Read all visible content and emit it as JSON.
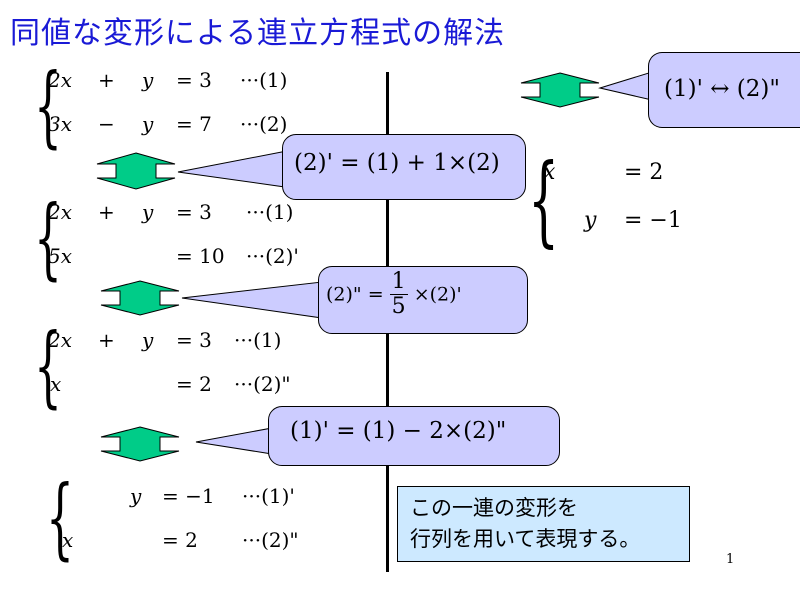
{
  "title": "同値な変形による連立方程式の解法",
  "steps": [
    {
      "rows": [
        {
          "a": "2x",
          "op": "+",
          "b": "y",
          "rhs": "= 3",
          "tag": "···(1)"
        },
        {
          "a": "3x",
          "op": "−",
          "b": "y",
          "rhs": "= 7",
          "tag": "···(2)"
        }
      ]
    },
    {
      "rows": [
        {
          "a": "2x",
          "op": "+",
          "b": "y",
          "rhs": "= 3",
          "tag": "···(1)"
        },
        {
          "a": "5x",
          "op": "",
          "b": "",
          "rhs": "= 10",
          "tag": "···(2)'"
        }
      ]
    },
    {
      "rows": [
        {
          "a": "2x",
          "op": "+",
          "b": "y",
          "rhs": "= 3",
          "tag": "···(1)"
        },
        {
          "a": "x",
          "op": "",
          "b": "",
          "rhs": "= 2",
          "tag": "···(2)\""
        }
      ]
    },
    {
      "rows": [
        {
          "a": "",
          "op": "",
          "b": "y",
          "rhs": "= −1",
          "tag": "···(1)'"
        },
        {
          "a": "x",
          "op": "",
          "b": "",
          "rhs": "= 2",
          "tag": "···(2)\""
        }
      ]
    }
  ],
  "callouts": {
    "c1": "(2)' = (1) + 1×(2)",
    "c2_lhs": "(2)\" =",
    "c2_num": "1",
    "c2_den": "5",
    "c2_rhs": "×(2)'",
    "c3": "(1)' = (1) − 2×(2)\"",
    "c4": "(1)' ↔ (2)\""
  },
  "result": {
    "row1_var": "x",
    "row1_rhs": "= 2",
    "row2_var": "y",
    "row2_rhs": "= −1"
  },
  "note": {
    "line1": "この一連の変形を",
    "line2": "行列を用いて表現する。"
  },
  "page_number": "1",
  "colors": {
    "title": "#1a1ad6",
    "callout": "#ccccff",
    "arrow": "#00cc88",
    "note_bg": "#cde9ff"
  }
}
